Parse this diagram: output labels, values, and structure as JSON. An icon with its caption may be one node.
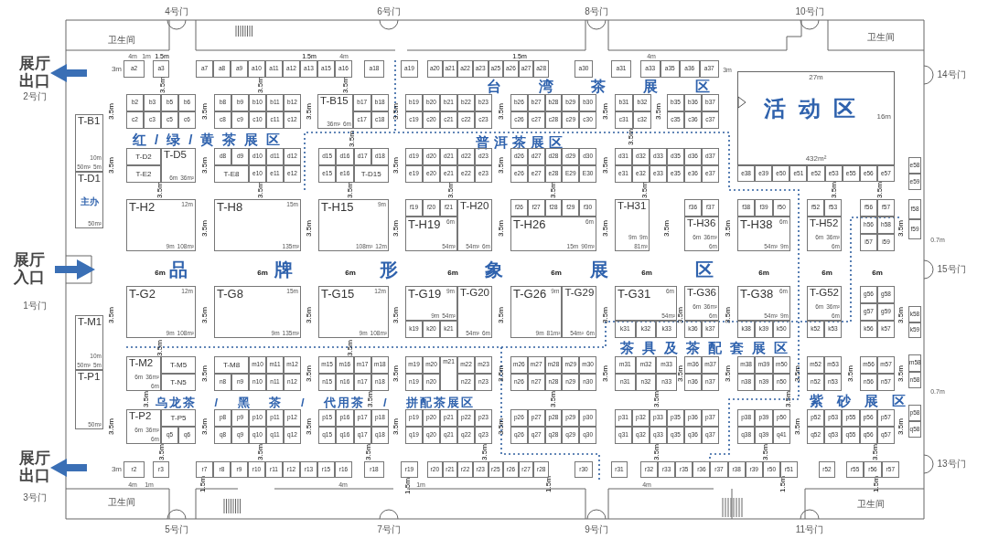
{
  "diagram": {
    "nodes": [
      {
        "text": [
          "a2"
        ],
        "beside": [
          "3m"
        ]
      },
      {
        "text": [
          "a3"
        ]
      },
      {
        "text": [
          "a7"
        ]
      },
      {
        "text": [
          "a8"
        ]
      },
      {
        "text": [
          "a9"
        ]
      },
      {
        "text": [
          "a10"
        ]
      },
      {
        "text": [
          "a11"
        ]
      },
      {
        "text": [
          "a12"
        ]
      },
      {
        "text": [
          "a13"
        ]
      },
      {
        "text": [
          "a15"
        ]
      },
      {
        "text": [
          "a16"
        ]
      },
      {
        "text": [
          "a18"
        ]
      },
      {
        "text": [
          "a19"
        ]
      },
      {
        "text": [
          "a20"
        ]
      },
      {
        "text": [
          "a21"
        ]
      },
      {
        "text": [
          "a22"
        ]
      },
      {
        "text": [
          "a23"
        ]
      },
      {
        "text": [
          "a25"
        ]
      },
      {
        "text": [
          "a26"
        ]
      },
      {
        "text": [
          "a27"
        ]
      },
      {
        "text": [
          "a28"
        ]
      },
      {
        "text": [
          "a30"
        ]
      },
      {
        "text": [
          "a31"
        ]
      },
      {
        "text": [
          "a33"
        ]
      },
      {
        "text": [
          "a35"
        ]
      },
      {
        "text": [
          "a36"
        ]
      },
      {
        "text": [
          "a37"
        ]
      },
      {
        "text": [
          "27m",
          "活动区",
          "16m",
          "432m²"
        ]
      },
      {
        "text": [
          "T-B1",
          "10m",
          "50m²",
          "5m"
        ]
      },
      {
        "text": [
          "T-D1",
          "主办",
          "50m²"
        ]
      },
      {
        "text": [
          "b2"
        ]
      },
      {
        "text": [
          "b3"
        ]
      },
      {
        "text": [
          "b5"
        ]
      },
      {
        "text": [
          "b6"
        ]
      },
      {
        "text": [
          "c2"
        ]
      },
      {
        "text": [
          "c3"
        ]
      },
      {
        "text": [
          "c5"
        ]
      },
      {
        "text": [
          "c6"
        ]
      },
      {
        "text": [
          "b8"
        ]
      },
      {
        "text": [
          "b9"
        ]
      },
      {
        "text": [
          "b10"
        ]
      },
      {
        "text": [
          "b11"
        ]
      },
      {
        "text": [
          "b12"
        ]
      },
      {
        "text": [
          "c8"
        ]
      },
      {
        "text": [
          "c9"
        ]
      },
      {
        "text": [
          "c10"
        ]
      },
      {
        "text": [
          "c11"
        ]
      },
      {
        "text": [
          "c12"
        ]
      },
      {
        "text": [
          "T-B15",
          "36m²",
          "6m"
        ]
      },
      {
        "text": [
          "b17"
        ]
      },
      {
        "text": [
          "b18"
        ]
      },
      {
        "text": [
          "c17"
        ]
      },
      {
        "text": [
          "c18"
        ]
      },
      {
        "text": [
          "b19"
        ]
      },
      {
        "text": [
          "b20"
        ]
      },
      {
        "text": [
          "b21"
        ]
      },
      {
        "text": [
          "b22"
        ]
      },
      {
        "text": [
          "b23"
        ]
      },
      {
        "text": [
          "c19"
        ]
      },
      {
        "text": [
          "c20"
        ]
      },
      {
        "text": [
          "c21"
        ]
      },
      {
        "text": [
          "c22"
        ]
      },
      {
        "text": [
          "c23"
        ]
      },
      {
        "text": [
          "b26"
        ]
      },
      {
        "text": [
          "b27"
        ]
      },
      {
        "text": [
          "b28"
        ]
      },
      {
        "text": [
          "b29"
        ]
      },
      {
        "text": [
          "b30"
        ]
      },
      {
        "text": [
          "c26"
        ]
      },
      {
        "text": [
          "c27"
        ]
      },
      {
        "text": [
          "c28"
        ]
      },
      {
        "text": [
          "c29"
        ]
      },
      {
        "text": [
          "c30"
        ]
      },
      {
        "text": [
          "b31"
        ]
      },
      {
        "text": [
          "b32"
        ]
      },
      {
        "text": [
          "c31"
        ]
      },
      {
        "text": [
          "c32"
        ]
      },
      {
        "text": [
          "b35"
        ]
      },
      {
        "text": [
          "b36"
        ]
      },
      {
        "text": [
          "b37"
        ]
      },
      {
        "text": [
          "c35"
        ]
      },
      {
        "text": [
          "c36"
        ]
      },
      {
        "text": [
          "c37"
        ]
      },
      {
        "text": [
          "T-D2"
        ]
      },
      {
        "text": [
          "T-D5",
          "6m",
          "36m²"
        ]
      },
      {
        "text": [
          "T-E2"
        ]
      },
      {
        "text": [
          "d8"
        ]
      },
      {
        "text": [
          "d9"
        ]
      },
      {
        "text": [
          "d10"
        ]
      },
      {
        "text": [
          "d11"
        ]
      },
      {
        "text": [
          "d12"
        ]
      },
      {
        "text": [
          "T-E8"
        ]
      },
      {
        "text": [
          "e10"
        ]
      },
      {
        "text": [
          "e11"
        ]
      },
      {
        "text": [
          "e12"
        ]
      },
      {
        "text": [
          "d15"
        ]
      },
      {
        "text": [
          "d16"
        ]
      },
      {
        "text": [
          "d17"
        ]
      },
      {
        "text": [
          "d18"
        ]
      },
      {
        "text": [
          "e15"
        ]
      },
      {
        "text": [
          "e16"
        ]
      },
      {
        "text": [
          "T-D15"
        ]
      },
      {
        "text": [
          "d19"
        ]
      },
      {
        "text": [
          "d20"
        ]
      },
      {
        "text": [
          "d21"
        ]
      },
      {
        "text": [
          "d22"
        ]
      },
      {
        "text": [
          "d23"
        ]
      },
      {
        "text": [
          "e19"
        ]
      },
      {
        "text": [
          "e20"
        ]
      },
      {
        "text": [
          "e21"
        ]
      },
      {
        "text": [
          "e22"
        ]
      },
      {
        "text": [
          "e23"
        ]
      },
      {
        "text": [
          "d26"
        ]
      },
      {
        "text": [
          "d27"
        ]
      },
      {
        "text": [
          "d28"
        ]
      },
      {
        "text": [
          "d29"
        ]
      },
      {
        "text": [
          "d30"
        ]
      },
      {
        "text": [
          "e26"
        ]
      },
      {
        "text": [
          "e27"
        ]
      },
      {
        "text": [
          "e28"
        ]
      },
      {
        "text": [
          "E29"
        ]
      },
      {
        "text": [
          "E30"
        ]
      },
      {
        "text": [
          "d31"
        ]
      },
      {
        "text": [
          "d32"
        ]
      },
      {
        "text": [
          "d33"
        ]
      },
      {
        "text": [
          "d35"
        ]
      },
      {
        "text": [
          "d36"
        ]
      },
      {
        "text": [
          "d37"
        ]
      },
      {
        "text": [
          "e31"
        ]
      },
      {
        "text": [
          "e32"
        ]
      },
      {
        "text": [
          "e33"
        ]
      },
      {
        "text": [
          "e35"
        ]
      },
      {
        "text": [
          "e36"
        ]
      },
      {
        "text": [
          "e37"
        ]
      },
      {
        "text": [
          "e38"
        ]
      },
      {
        "text": [
          "e39"
        ]
      },
      {
        "text": [
          "e50"
        ]
      },
      {
        "text": [
          "e51"
        ]
      },
      {
        "text": [
          "e52"
        ]
      },
      {
        "text": [
          "e53"
        ]
      },
      {
        "text": [
          "e55"
        ]
      },
      {
        "text": [
          "e56"
        ]
      },
      {
        "text": [
          "e57"
        ]
      },
      {
        "text": [
          "e58"
        ]
      },
      {
        "text": [
          "e59"
        ]
      },
      {
        "text": [
          "T-H2",
          "12m",
          "9m",
          "108m²"
        ]
      },
      {
        "text": [
          "T-H8",
          "15m",
          "135m²"
        ]
      },
      {
        "text": [
          "T-H15",
          "9m",
          "108m²",
          "12m"
        ]
      },
      {
        "text": [
          "f19"
        ]
      },
      {
        "text": [
          "f20"
        ]
      },
      {
        "text": [
          "f21"
        ]
      },
      {
        "text": [
          "T-H20",
          "54m²",
          "6m"
        ]
      },
      {
        "text": [
          "T-H19",
          "6m",
          "54m²"
        ]
      },
      {
        "text": [
          "f26"
        ]
      },
      {
        "text": [
          "f27"
        ]
      },
      {
        "text": [
          "f28"
        ]
      },
      {
        "text": [
          "f29"
        ]
      },
      {
        "text": [
          "f30"
        ]
      },
      {
        "text": [
          "T-H26",
          "6m",
          "15m",
          "90m²"
        ]
      },
      {
        "text": [
          "T-H31",
          "9m",
          "9m",
          "81m²"
        ]
      },
      {
        "text": [
          "f36"
        ]
      },
      {
        "text": [
          "f37"
        ]
      },
      {
        "text": [
          "T-H36",
          "6m",
          "36m²",
          "6m"
        ]
      },
      {
        "text": [
          "f38"
        ]
      },
      {
        "text": [
          "f39"
        ]
      },
      {
        "text": [
          "f50"
        ]
      },
      {
        "text": [
          "T-H38",
          "6m",
          "54m²",
          "9m"
        ]
      },
      {
        "text": [
          "f52"
        ]
      },
      {
        "text": [
          "f53"
        ]
      },
      {
        "text": [
          "T-H52",
          "6m",
          "36m²",
          "6m"
        ]
      },
      {
        "text": [
          "f56"
        ]
      },
      {
        "text": [
          "f57"
        ]
      },
      {
        "text": [
          "h56"
        ]
      },
      {
        "text": [
          "h58"
        ]
      },
      {
        "text": [
          "i57"
        ]
      },
      {
        "text": [
          "i59"
        ]
      },
      {
        "text": [
          "f58"
        ]
      },
      {
        "text": [
          "f59"
        ]
      },
      {
        "text": [
          "T-G2",
          "12m",
          "9m",
          "108m²"
        ]
      },
      {
        "text": [
          "T-G8",
          "15m",
          "9m",
          "135m²"
        ]
      },
      {
        "text": [
          "T-G15",
          "12m",
          "9m",
          "108m²"
        ]
      },
      {
        "text": [
          "T-G19",
          "9m",
          "9m",
          "54m²"
        ]
      },
      {
        "text": [
          "T-G20",
          "54m²",
          "6m"
        ]
      },
      {
        "text": [
          "k19"
        ]
      },
      {
        "text": [
          "k20"
        ]
      },
      {
        "text": [
          "k21"
        ]
      },
      {
        "text": [
          "T-G26",
          "9m",
          "9m",
          "81m²"
        ]
      },
      {
        "text": [
          "T-G29",
          "54m²",
          "6m"
        ]
      },
      {
        "text": [
          "T-G31",
          "6m",
          "54m²"
        ]
      },
      {
        "text": [
          "k31"
        ]
      },
      {
        "text": [
          "k32"
        ]
      },
      {
        "text": [
          "k33"
        ]
      },
      {
        "text": [
          "T-G36",
          "6m",
          "36m²",
          "6m"
        ]
      },
      {
        "text": [
          "k36"
        ]
      },
      {
        "text": [
          "k37"
        ]
      },
      {
        "text": [
          "T-G38",
          "6m",
          "54m²",
          "9m"
        ]
      },
      {
        "text": [
          "k38"
        ]
      },
      {
        "text": [
          "k39"
        ]
      },
      {
        "text": [
          "k50"
        ]
      },
      {
        "text": [
          "T-G52",
          "6m",
          "36m²",
          "6m"
        ]
      },
      {
        "text": [
          "k52"
        ]
      },
      {
        "text": [
          "k53"
        ]
      },
      {
        "text": [
          "g56"
        ]
      },
      {
        "text": [
          "g58"
        ]
      },
      {
        "text": [
          "g57"
        ]
      },
      {
        "text": [
          "g59"
        ]
      },
      {
        "text": [
          "k56"
        ]
      },
      {
        "text": [
          "k57"
        ]
      },
      {
        "text": [
          "k58"
        ]
      },
      {
        "text": [
          "k59"
        ]
      },
      {
        "text": [
          "T-M1",
          "10m",
          "50m²",
          "5m"
        ]
      },
      {
        "text": [
          "T-P1",
          "50m²"
        ]
      },
      {
        "text": [
          "T-M2",
          "6m",
          "36m²",
          "6m"
        ]
      },
      {
        "text": [
          "T-M5"
        ]
      },
      {
        "text": [
          "T-N5"
        ]
      },
      {
        "text": [
          "T-M8"
        ]
      },
      {
        "text": [
          "m10"
        ]
      },
      {
        "text": [
          "m11"
        ]
      },
      {
        "text": [
          "m12"
        ]
      },
      {
        "text": [
          "n8"
        ]
      },
      {
        "text": [
          "n9"
        ]
      },
      {
        "text": [
          "n10"
        ]
      },
      {
        "text": [
          "n11"
        ]
      },
      {
        "text": [
          "n12"
        ]
      },
      {
        "text": [
          "m15"
        ]
      },
      {
        "text": [
          "m16"
        ]
      },
      {
        "text": [
          "m17"
        ]
      },
      {
        "text": [
          "m18"
        ]
      },
      {
        "text": [
          "n15"
        ]
      },
      {
        "text": [
          "n16"
        ]
      },
      {
        "text": [
          "n17"
        ]
      },
      {
        "text": [
          "n18"
        ]
      },
      {
        "text": [
          "m19"
        ]
      },
      {
        "text": [
          "m20"
        ]
      },
      {
        "text": [
          "m21"
        ]
      },
      {
        "text": [
          "m22"
        ]
      },
      {
        "text": [
          "m23"
        ]
      },
      {
        "text": [
          "n19"
        ]
      },
      {
        "text": [
          "n20"
        ]
      },
      {
        "text": [
          "n22"
        ]
      },
      {
        "text": [
          "n23"
        ]
      },
      {
        "text": [
          "m26"
        ]
      },
      {
        "text": [
          "m27"
        ]
      },
      {
        "text": [
          "m28"
        ]
      },
      {
        "text": [
          "m29"
        ]
      },
      {
        "text": [
          "m30"
        ]
      },
      {
        "text": [
          "n26"
        ]
      },
      {
        "text": [
          "n27"
        ]
      },
      {
        "text": [
          "n28"
        ]
      },
      {
        "text": [
          "n29"
        ]
      },
      {
        "text": [
          "n30"
        ]
      },
      {
        "text": [
          "m31"
        ]
      },
      {
        "text": [
          "m32"
        ]
      },
      {
        "text": [
          "m33"
        ]
      },
      {
        "text": [
          "n31"
        ]
      },
      {
        "text": [
          "n32"
        ]
      },
      {
        "text": [
          "n33"
        ]
      },
      {
        "text": [
          "m36"
        ]
      },
      {
        "text": [
          "m37"
        ]
      },
      {
        "text": [
          "n36"
        ]
      },
      {
        "text": [
          "n37"
        ]
      },
      {
        "text": [
          "m38"
        ]
      },
      {
        "text": [
          "m39"
        ]
      },
      {
        "text": [
          "m50"
        ]
      },
      {
        "text": [
          "n38"
        ]
      },
      {
        "text": [
          "n39"
        ]
      },
      {
        "text": [
          "n50"
        ]
      },
      {
        "text": [
          "m52"
        ]
      },
      {
        "text": [
          "m53"
        ]
      },
      {
        "text": [
          "n52"
        ]
      },
      {
        "text": [
          "n53"
        ]
      },
      {
        "text": [
          "m56"
        ]
      },
      {
        "text": [
          "m57"
        ]
      },
      {
        "text": [
          "n56"
        ]
      },
      {
        "text": [
          "n57"
        ]
      },
      {
        "text": [
          "m58"
        ]
      },
      {
        "text": [
          "n58"
        ]
      },
      {
        "text": [
          "T-P2",
          "6m",
          "36m²",
          "6m"
        ]
      },
      {
        "text": [
          "T-P5"
        ]
      },
      {
        "text": [
          "q5"
        ]
      },
      {
        "text": [
          "q6"
        ]
      },
      {
        "text": [
          "p8"
        ]
      },
      {
        "text": [
          "p9"
        ]
      },
      {
        "text": [
          "p10"
        ]
      },
      {
        "text": [
          "p11"
        ]
      },
      {
        "text": [
          "p12"
        ]
      },
      {
        "text": [
          "q8"
        ]
      },
      {
        "text": [
          "q9"
        ]
      },
      {
        "text": [
          "q10"
        ]
      },
      {
        "text": [
          "q11"
        ]
      },
      {
        "text": [
          "q12"
        ]
      },
      {
        "text": [
          "p15"
        ]
      },
      {
        "text": [
          "p16"
        ]
      },
      {
        "text": [
          "p17"
        ]
      },
      {
        "text": [
          "p18"
        ]
      },
      {
        "text": [
          "q15"
        ]
      },
      {
        "text": [
          "q16"
        ]
      },
      {
        "text": [
          "q17"
        ]
      },
      {
        "text": [
          "q18"
        ]
      },
      {
        "text": [
          "p19"
        ]
      },
      {
        "text": [
          "p20"
        ]
      },
      {
        "text": [
          "p21"
        ]
      },
      {
        "text": [
          "p22"
        ]
      },
      {
        "text": [
          "p23"
        ]
      },
      {
        "text": [
          "q19"
        ]
      },
      {
        "text": [
          "q20"
        ]
      },
      {
        "text": [
          "q21"
        ]
      },
      {
        "text": [
          "q22"
        ]
      },
      {
        "text": [
          "q23"
        ]
      },
      {
        "text": [
          "p26"
        ]
      },
      {
        "text": [
          "p27"
        ]
      },
      {
        "text": [
          "p28"
        ]
      },
      {
        "text": [
          "p29"
        ]
      },
      {
        "text": [
          "p30"
        ]
      },
      {
        "text": [
          "q26"
        ]
      },
      {
        "text": [
          "q27"
        ]
      },
      {
        "text": [
          "q28"
        ]
      },
      {
        "text": [
          "q29"
        ]
      },
      {
        "text": [
          "q30"
        ]
      },
      {
        "text": [
          "p31"
        ]
      },
      {
        "text": [
          "p32"
        ]
      },
      {
        "text": [
          "p33"
        ]
      },
      {
        "text": [
          "p35"
        ]
      },
      {
        "text": [
          "p36"
        ]
      },
      {
        "text": [
          "p37"
        ]
      },
      {
        "text": [
          "q31"
        ]
      },
      {
        "text": [
          "q32"
        ]
      },
      {
        "text": [
          "q33"
        ]
      },
      {
        "text": [
          "q35"
        ]
      },
      {
        "text": [
          "q36"
        ]
      },
      {
        "text": [
          "q37"
        ]
      },
      {
        "text": [
          "p38"
        ]
      },
      {
        "text": [
          "p39"
        ]
      },
      {
        "text": [
          "p50"
        ]
      },
      {
        "text": [
          "q38"
        ]
      },
      {
        "text": [
          "q39"
        ]
      },
      {
        "text": [
          "q41"
        ]
      },
      {
        "text": [
          "p52"
        ]
      },
      {
        "text": [
          "p53"
        ]
      },
      {
        "text": [
          "p55"
        ]
      },
      {
        "text": [
          "p56"
        ]
      },
      {
        "text": [
          "p57"
        ]
      },
      {
        "text": [
          "q52"
        ]
      },
      {
        "text": [
          "q53"
        ]
      },
      {
        "text": [
          "q55"
        ]
      },
      {
        "text": [
          "q56"
        ]
      },
      {
        "text": [
          "q57"
        ]
      },
      {
        "text": [
          "p58"
        ]
      },
      {
        "text": [
          "q58"
        ]
      },
      {
        "text": [
          "r2"
        ],
        "beside": [
          "3m"
        ]
      },
      {
        "text": [
          "r3"
        ]
      },
      {
        "text": [
          "r7"
        ]
      },
      {
        "text": [
          "r8"
        ]
      },
      {
        "text": [
          "r9"
        ]
      },
      {
        "text": [
          "r10"
        ]
      },
      {
        "text": [
          "r11"
        ]
      },
      {
        "text": [
          "r12"
        ]
      },
      {
        "text": [
          "r13"
        ]
      },
      {
        "text": [
          "r15"
        ]
      },
      {
        "text": [
          "r16"
        ]
      },
      {
        "text": [
          "r18"
        ]
      },
      {
        "text": [
          "r19"
        ]
      },
      {
        "text": [
          "r20"
        ]
      },
      {
        "text": [
          "r21"
        ]
      },
      {
        "text": [
          "r22"
        ]
      },
      {
        "text": [
          "r23"
        ]
      },
      {
        "text": [
          "r25"
        ]
      },
      {
        "text": [
          "r26"
        ]
      },
      {
        "text": [
          "r27"
        ]
      },
      {
        "text": [
          "r28"
        ]
      },
      {
        "text": [
          "r30"
        ]
      },
      {
        "text": [
          "r31"
        ]
      },
      {
        "text": [
          "r32"
        ]
      },
      {
        "text": [
          "r33"
        ]
      },
      {
        "text": [
          "r35"
        ]
      },
      {
        "text": [
          "r36"
        ]
      },
      {
        "text": [
          "r37"
        ]
      },
      {
        "text": [
          "r38"
        ]
      },
      {
        "text": [
          "r39"
        ]
      },
      {
        "text": [
          "r50"
        ]
      },
      {
        "text": [
          "r51"
        ]
      },
      {
        "text": [
          "r52"
        ]
      },
      {
        "text": [
          "r55"
        ]
      },
      {
        "text": [
          "r56"
        ]
      },
      {
        "text": [
          "r57"
        ]
      }
    ],
    "labels": [
      "4号门",
      "6号门",
      "8号门",
      "10号门",
      "卫生间",
      "卫生间",
      "展厅出口",
      "2号门",
      "14号门",
      "4m",
      "1m",
      "4m",
      "4m",
      "3m",
      "台湾茶展区",
      "红/绿/黄茶展区",
      "普洱茶展区",
      "展厅入口",
      "15号门",
      "品牌形象展区",
      "1号门",
      "茶具及茶配套展区",
      "乌龙茶 / 黑 茶 / 代用茶 / 拼配茶展区",
      "紫砂展区",
      "展厅出口",
      "13号门",
      "4m",
      "1m",
      "4m",
      "1m",
      "4m",
      "3号门",
      "卫生间",
      "卫生间",
      "5号门",
      "7号门",
      "9号门",
      "11号门",
      "6m",
      "6m",
      "6m",
      "6m",
      "6m",
      "6m",
      "6m",
      "6m",
      "6m",
      "0.7m",
      "0.7m",
      "3.5m",
      "3.5m",
      "3.5m",
      "3.5m",
      "3.5m",
      "3.5m",
      "3.5m",
      "3.5m",
      "3.5m",
      "3.5m",
      "3.5m",
      "3.5m",
      "3.5m",
      "3.5m",
      "3.5m",
      "3.5m",
      "3.5m",
      "3.5m",
      "3.5m",
      "3.5m",
      "3.5m",
      "3.5m",
      "3.5m",
      "3.5m",
      "3.5m",
      "3.5m",
      "3.5m",
      "3.5m",
      "3.5m",
      "3.5m",
      "3.5m",
      "3.5m",
      "3.5m",
      "3.5m",
      "3.5m",
      "3.5m",
      "3.5m",
      "3.5m",
      "3.5m",
      "3.5m",
      "3.5m",
      "3.5m",
      "3.5m",
      "3.5m",
      "3.5m",
      "3.5m",
      "3.5m",
      "3.5m",
      "3.5m",
      "3.5m",
      "3.5m",
      "3.5m",
      "3.5m",
      "3.5m",
      "3.5m",
      "3.5m",
      "3.5m",
      "3.5m",
      "3.5m",
      "3.5m",
      "3.5m",
      "3.5m",
      "3.5m",
      "3.5m",
      "3.5m",
      "3.5m",
      "3.5m",
      "3.5m",
      "3.5m",
      "3.5m",
      "3.5m",
      "3.5m",
      "3.5m",
      "1.5m",
      "1.5m",
      "1.5m",
      "1.5m",
      "1.5m",
      "1.5m",
      "1.5m",
      "1.5m"
    ]
  }
}
